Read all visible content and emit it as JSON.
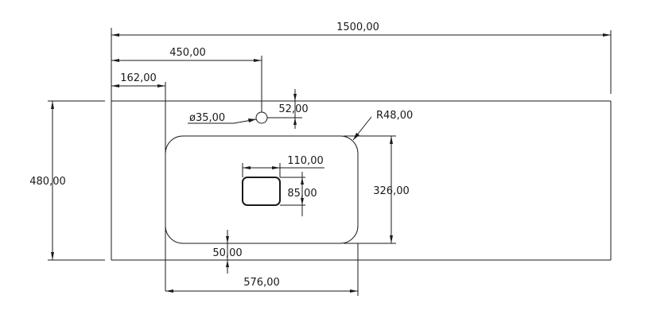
{
  "dimensions": {
    "overall_length": "1500,00",
    "tap_hole_offset": "450,00",
    "bowl_offset": "162,00",
    "tap_hole_diameter": "ø35,00",
    "tap_hole_depth": "52,00",
    "corner_radius": "R48,00",
    "overall_depth": "480,00",
    "drain_width": "110,00",
    "drain_height": "85,00",
    "bowl_depth": "326,00",
    "front_margin": "50,00",
    "bowl_width": "576,00"
  },
  "colors": {
    "line": "#1a1a1a",
    "background": "#ffffff"
  }
}
